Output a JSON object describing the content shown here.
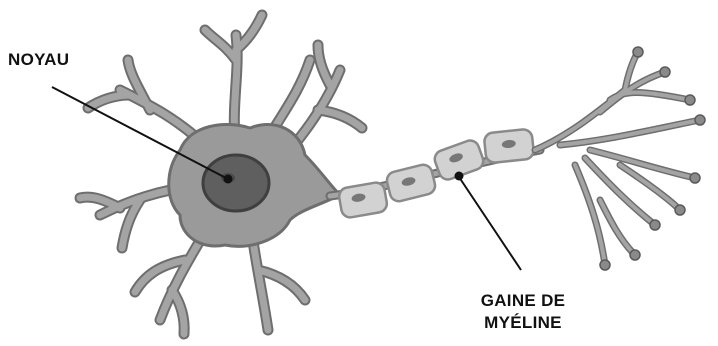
{
  "labels": {
    "nucleus": "NOYAU",
    "myelin_sheath_line1": "GAINE DE",
    "myelin_sheath_line2": "MYÉLINE"
  },
  "colors": {
    "cell_body": "#9a9a9a",
    "cell_outline": "#6e6e6e",
    "nucleus": "#5f5f5f",
    "nucleus_outline": "#3f3f3f",
    "myelin": "#d2d2d2",
    "myelin_outline": "#8a8a8a",
    "schwann_nucleus": "#777777",
    "leader_line": "#111111"
  }
}
